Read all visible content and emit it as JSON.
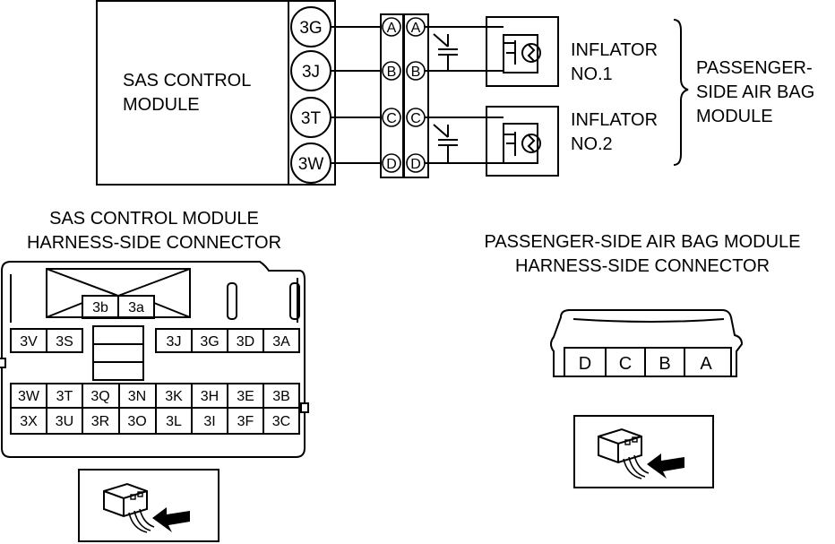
{
  "schematic": {
    "sas_module_label": [
      "SAS CONTROL",
      "MODULE"
    ],
    "sas_pins": [
      "3G",
      "3J",
      "3T",
      "3W"
    ],
    "connector_pins": [
      "A",
      "B",
      "C",
      "D"
    ],
    "inflator1_label": [
      "INFLATOR",
      "NO.1"
    ],
    "inflator2_label": [
      "INFLATOR",
      "NO.2"
    ],
    "airbag_module_label": [
      "PASSENGER-",
      "SIDE AIR BAG",
      "MODULE"
    ]
  },
  "sas_connector": {
    "title": [
      "SAS CONTROL MODULE",
      "HARNESS-SIDE CONNECTOR"
    ],
    "top_cavities": [
      "3b",
      "3a"
    ],
    "row1_left": [
      "3V",
      "3S"
    ],
    "row1_right": [
      "3J",
      "3G",
      "3D",
      "3A"
    ],
    "row2": [
      "3W",
      "3T",
      "3Q",
      "3N",
      "3K",
      "3H",
      "3E",
      "3B"
    ],
    "row3": [
      "3X",
      "3U",
      "3R",
      "3O",
      "3L",
      "3I",
      "3F",
      "3C"
    ]
  },
  "airbag_connector": {
    "title": [
      "PASSENGER-SIDE AIR BAG MODULE",
      "HARNESS-SIDE CONNECTOR"
    ],
    "cavities": [
      "D",
      "C",
      "B",
      "A"
    ]
  },
  "icons": [
    "connector-probe-icon",
    "connector-probe-icon"
  ]
}
